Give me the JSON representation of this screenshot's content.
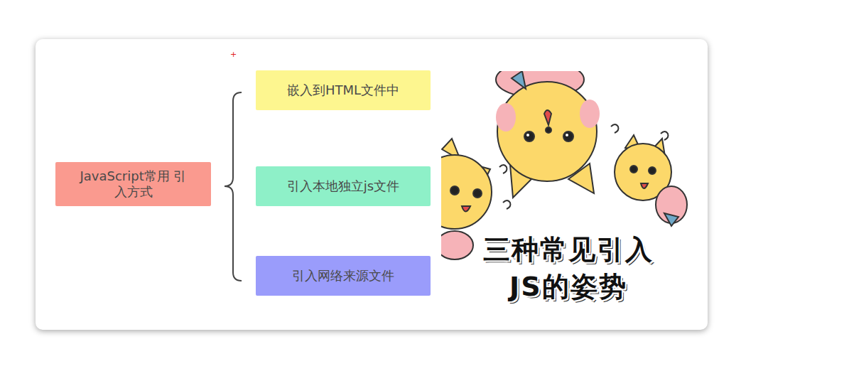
{
  "diagram": {
    "nodes": [
      {
        "text": [
          "JavaScript常用 引入方式"
        ]
      },
      {
        "text": [
          "嵌入到HTML文件中"
        ]
      },
      {
        "text": [
          "引入本地独立js文件"
        ]
      },
      {
        "text": [
          "引入网络来源文件"
        ]
      }
    ],
    "labels": [
      "+",
      "三种常见引入",
      "JS的姿势"
    ]
  }
}
